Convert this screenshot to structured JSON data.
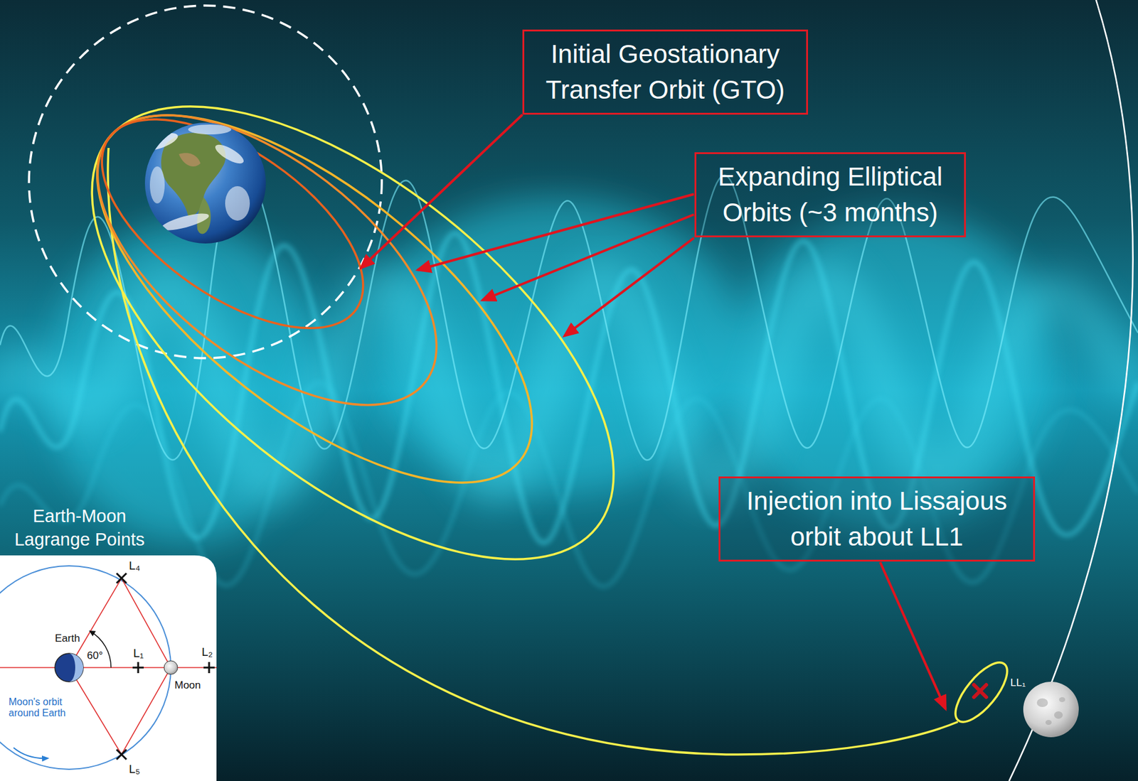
{
  "diagram": {
    "nodes": [
      {
        "text": [
          "Initial Geostationary Transfer Orbit (GTO)"
        ]
      },
      {
        "text": [
          "Expanding Elliptical Orbits (~3 months)"
        ]
      },
      {
        "text": [
          "Injection into Lissajous orbit about LL1"
        ]
      },
      {
        "text": [
          "Earth-Moon Lagrange Points"
        ]
      }
    ],
    "labels": [
      "L₄",
      "Earth",
      "60°",
      "L₁",
      "L₂",
      "Moon",
      "LL₁",
      "Moon's orbit around Earth",
      "L₅"
    ]
  }
}
